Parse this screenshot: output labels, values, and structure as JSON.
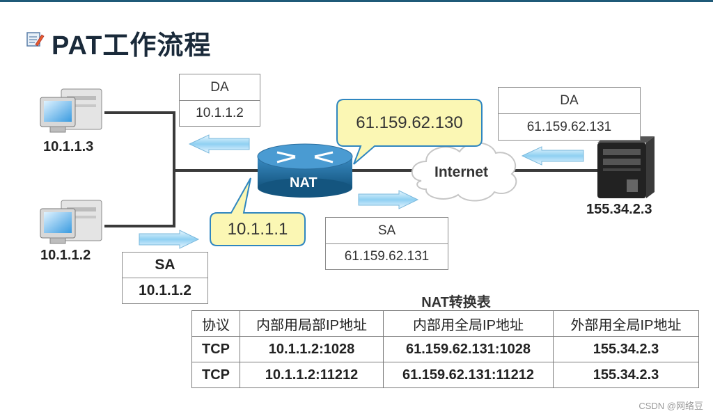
{
  "title": "PAT工作流程",
  "hosts": {
    "top_left": "10.1.1.3",
    "bottom_left": "10.1.1.2",
    "server": "155.34.2.3"
  },
  "router_label": "NAT",
  "cloud_label": "Internet",
  "callouts": {
    "public_ip": "61.159.62.130",
    "private_ip": "10.1.1.1"
  },
  "packets": {
    "reply_inside": {
      "header": "DA",
      "value": "10.1.1.2"
    },
    "reply_outside": {
      "header": "DA",
      "value": "61.159.62.131"
    },
    "request_outside": {
      "header": "SA",
      "value": "61.159.62.131"
    },
    "request_inside": {
      "header": "SA",
      "value": "10.1.1.2"
    }
  },
  "nat_table": {
    "caption": "NAT转换表",
    "headers": [
      "协议",
      "内部用局部IP地址",
      "内部用全局IP地址",
      "外部用全局IP地址"
    ],
    "rows": [
      [
        "TCP",
        "10.1.1.2:1028",
        "61.159.62.131:1028",
        "155.34.2.3"
      ],
      [
        "TCP",
        "10.1.1.2:11212",
        "61.159.62.131:11212",
        "155.34.2.3"
      ]
    ]
  },
  "watermark": "CSDN @网络豆",
  "colors": {
    "accent_line": "#1f5a78",
    "router": "#1f6ea0",
    "callout_fill": "#fbf7b4",
    "callout_border": "#2f86c0",
    "arrow": "#7ec6ec"
  }
}
